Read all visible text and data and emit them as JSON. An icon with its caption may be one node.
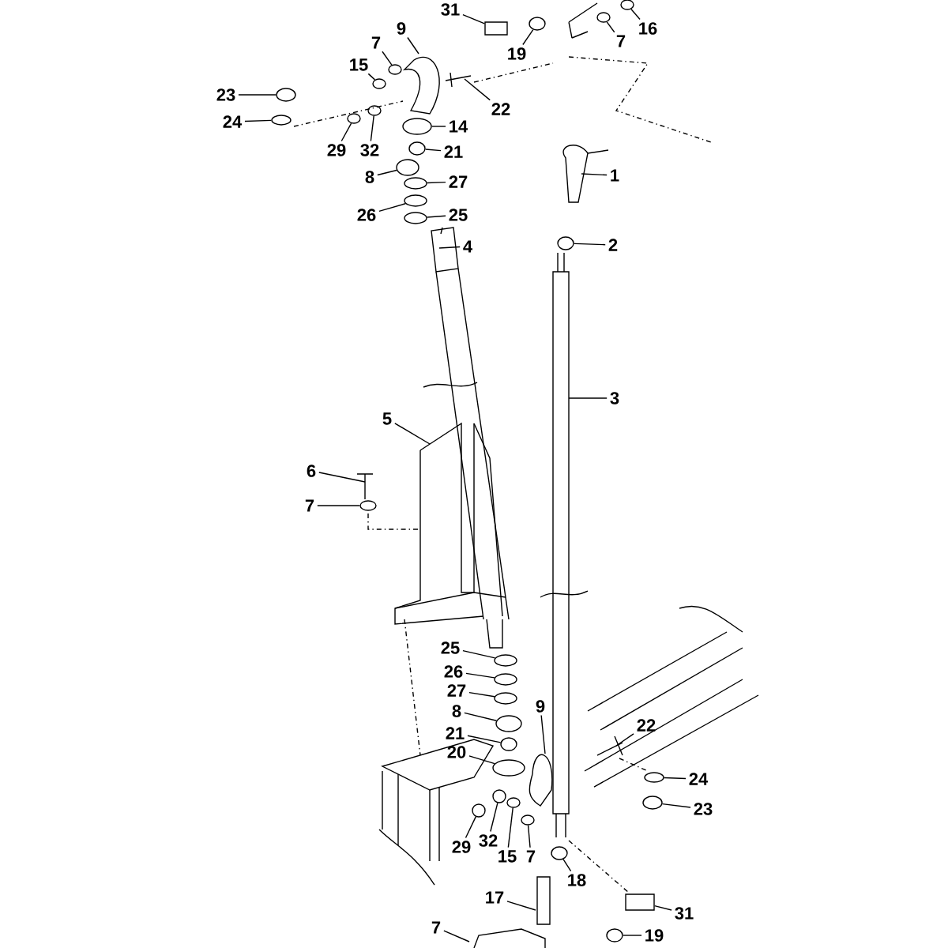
{
  "diagram": {
    "nodes": [
      {
        "text": [
          "31"
        ]
      },
      {
        "text": [
          "16"
        ]
      },
      {
        "text": [
          "7"
        ]
      },
      {
        "text": [
          "19"
        ]
      },
      {
        "text": [
          "9"
        ]
      },
      {
        "text": [
          "7"
        ]
      },
      {
        "text": [
          "15"
        ]
      },
      {
        "text": [
          "22"
        ]
      },
      {
        "text": [
          "23"
        ]
      },
      {
        "text": [
          "24"
        ]
      },
      {
        "text": [
          "29"
        ]
      },
      {
        "text": [
          "32"
        ]
      },
      {
        "text": [
          "14"
        ]
      },
      {
        "text": [
          "21"
        ]
      },
      {
        "text": [
          "8"
        ]
      },
      {
        "text": [
          "27"
        ]
      },
      {
        "text": [
          "26"
        ]
      },
      {
        "text": [
          "25"
        ]
      },
      {
        "text": [
          "4"
        ]
      },
      {
        "text": [
          "1"
        ]
      },
      {
        "text": [
          "2"
        ]
      },
      {
        "text": [
          "3"
        ]
      },
      {
        "text": [
          "5"
        ]
      },
      {
        "text": [
          "6"
        ]
      },
      {
        "text": [
          "7"
        ]
      },
      {
        "text": [
          "25"
        ]
      },
      {
        "text": [
          "26"
        ]
      },
      {
        "text": [
          "27"
        ]
      },
      {
        "text": [
          "8"
        ]
      },
      {
        "text": [
          "21"
        ]
      },
      {
        "text": [
          "20"
        ]
      },
      {
        "text": [
          "9"
        ]
      },
      {
        "text": [
          "22"
        ]
      },
      {
        "text": [
          "24"
        ]
      },
      {
        "text": [
          "23"
        ]
      },
      {
        "text": [
          "29"
        ]
      },
      {
        "text": [
          "32"
        ]
      },
      {
        "text": [
          "15"
        ]
      },
      {
        "text": [
          "7"
        ]
      },
      {
        "text": [
          "18"
        ]
      },
      {
        "text": [
          "17"
        ]
      },
      {
        "text": [
          "31"
        ]
      },
      {
        "text": [
          "7"
        ]
      },
      {
        "text": [
          "19"
        ]
      },
      {
        "text": [],
        "shape": "circle"
      },
      {
        "text": [],
        "shape": "circle"
      },
      {
        "text": [],
        "shape": "circle"
      },
      {
        "text": [],
        "shape": "circle"
      },
      {
        "text": [],
        "shape": "circle"
      },
      {
        "text": [],
        "shape": "circle"
      },
      {
        "text": [],
        "shape": "circle"
      },
      {
        "text": [],
        "shape": "circle"
      },
      {
        "text": [],
        "shape": "circle"
      },
      {
        "text": [],
        "shape": "circle"
      },
      {
        "text": [],
        "shape": "circle"
      },
      {
        "text": [],
        "shape": "circle"
      },
      {
        "text": [],
        "shape": "circle"
      },
      {
        "text": [],
        "shape": "circle"
      },
      {
        "text": [],
        "shape": "circle"
      },
      {
        "text": [],
        "shape": "circle"
      },
      {
        "text": [],
        "shape": "circle"
      },
      {
        "text": [],
        "shape": "circle"
      },
      {
        "text": [],
        "shape": "circle"
      },
      {
        "text": [],
        "shape": "circle"
      },
      {
        "text": [],
        "shape": "circle"
      },
      {
        "text": [],
        "shape": "circle"
      },
      {
        "text": [],
        "shape": "circle"
      },
      {
        "text": [],
        "shape": "circle"
      },
      {
        "text": [],
        "shape": "circle"
      },
      {
        "text": [],
        "shape": "circle"
      },
      {
        "text": [],
        "shape": "circle"
      },
      {
        "text": [],
        "shape": "circle"
      },
      {
        "text": [],
        "shape": "circle"
      },
      {
        "text": [],
        "shape": "circle"
      },
      {
        "text": [],
        "shape": "circle"
      },
      {
        "text": [],
        "shape": "box"
      },
      {
        "text": [],
        "shape": "box"
      }
    ],
    "edges": [
      {
        "from": 0,
        "to": 75,
        "arrow": "none"
      },
      {
        "from": 1,
        "to": 44,
        "arrow": "none"
      },
      {
        "from": 2,
        "to": 45,
        "arrow": "none"
      },
      {
        "from": 3,
        "to": 46,
        "arrow": "none"
      },
      {
        "from": 4,
        "to": null,
        "arrow": "none"
      },
      {
        "from": 5,
        "to": 47,
        "arrow": "none"
      },
      {
        "from": 6,
        "to": 48,
        "arrow": "none"
      },
      {
        "from": 7,
        "to": null,
        "arrow": "none"
      },
      {
        "from": 8,
        "to": 49,
        "arrow": "none"
      },
      {
        "from": 9,
        "to": 50,
        "arrow": "none"
      },
      {
        "from": 10,
        "to": 51,
        "arrow": "none"
      },
      {
        "from": 11,
        "to": 52,
        "arrow": "none"
      },
      {
        "from": 12,
        "to": 53,
        "arrow": "none"
      },
      {
        "from": 13,
        "to": 54,
        "arrow": "none"
      },
      {
        "from": 14,
        "to": 55,
        "arrow": "none"
      },
      {
        "from": 15,
        "to": 56,
        "arrow": "none"
      },
      {
        "from": 16,
        "to": 57,
        "arrow": "none"
      },
      {
        "from": 17,
        "to": 58,
        "arrow": "none"
      },
      {
        "from": 18,
        "to": null,
        "arrow": "none"
      },
      {
        "from": 19,
        "to": null,
        "arrow": "none"
      },
      {
        "from": 20,
        "to": 59,
        "arrow": "none"
      },
      {
        "from": 21,
        "to": null,
        "arrow": "none"
      },
      {
        "from": 22,
        "to": null,
        "arrow": "none"
      },
      {
        "from": 23,
        "to": null,
        "arrow": "none"
      },
      {
        "from": 24,
        "to": 60,
        "arrow": "none"
      },
      {
        "from": 25,
        "to": 61,
        "arrow": "none"
      },
      {
        "from": 26,
        "to": 62,
        "arrow": "none"
      },
      {
        "from": 27,
        "to": 63,
        "arrow": "none"
      },
      {
        "from": 28,
        "to": 64,
        "arrow": "none"
      },
      {
        "from": 29,
        "to": 65,
        "arrow": "none"
      },
      {
        "from": 30,
        "to": 66,
        "arrow": "none"
      },
      {
        "from": 31,
        "to": null,
        "arrow": "none"
      },
      {
        "from": 32,
        "to": null,
        "arrow": "none"
      },
      {
        "from": 33,
        "to": 67,
        "arrow": "none"
      },
      {
        "from": 34,
        "to": 68,
        "arrow": "none"
      },
      {
        "from": 35,
        "to": 69,
        "arrow": "none"
      },
      {
        "from": 36,
        "to": 70,
        "arrow": "none"
      },
      {
        "from": 37,
        "to": 71,
        "arrow": "none"
      },
      {
        "from": 38,
        "to": 72,
        "arrow": "none"
      },
      {
        "from": 39,
        "to": 73,
        "arrow": "none"
      },
      {
        "from": 40,
        "to": null,
        "arrow": "none"
      },
      {
        "from": 41,
        "to": 76,
        "arrow": "none"
      },
      {
        "from": 42,
        "to": null,
        "arrow": "none"
      },
      {
        "from": 43,
        "to": 74,
        "arrow": "none"
      }
    ]
  }
}
